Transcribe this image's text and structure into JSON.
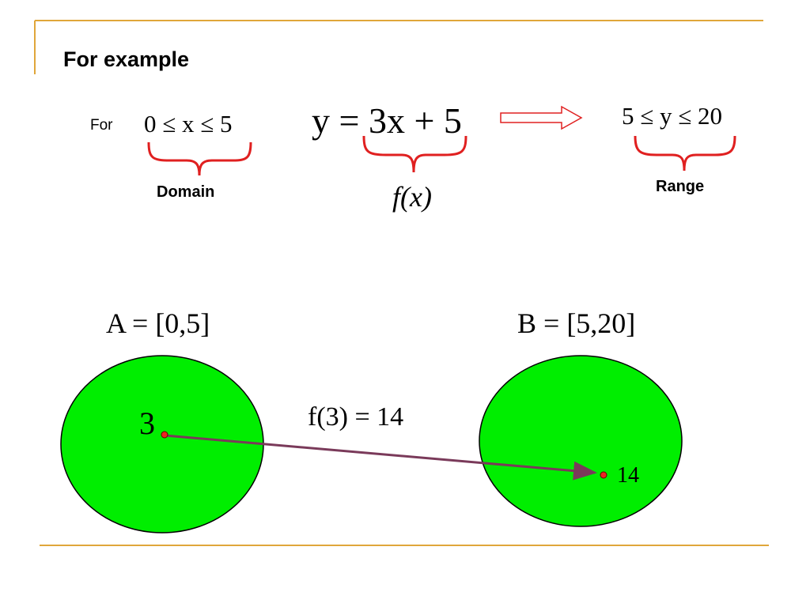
{
  "slide": {
    "title": "For example",
    "for_label": "For",
    "domain_expr": "0 ≤ x ≤ 5",
    "function_expr": "y = 3x + 5",
    "range_expr": "5 ≤ y ≤ 20",
    "domain_label": "Domain",
    "range_label": "Range",
    "fx_label": "f(x)",
    "set_a": "A = [0,5]",
    "set_b": "B = [5,20]",
    "mapping_label": "f(3) = 14",
    "point_a_label": "3",
    "point_b_label": "14"
  },
  "colors": {
    "accent_line": "#e0a63a",
    "brace": "#e02020",
    "set_fill": "#00ee00",
    "arrow": "#7a3a5a",
    "point": "#ee2222"
  }
}
